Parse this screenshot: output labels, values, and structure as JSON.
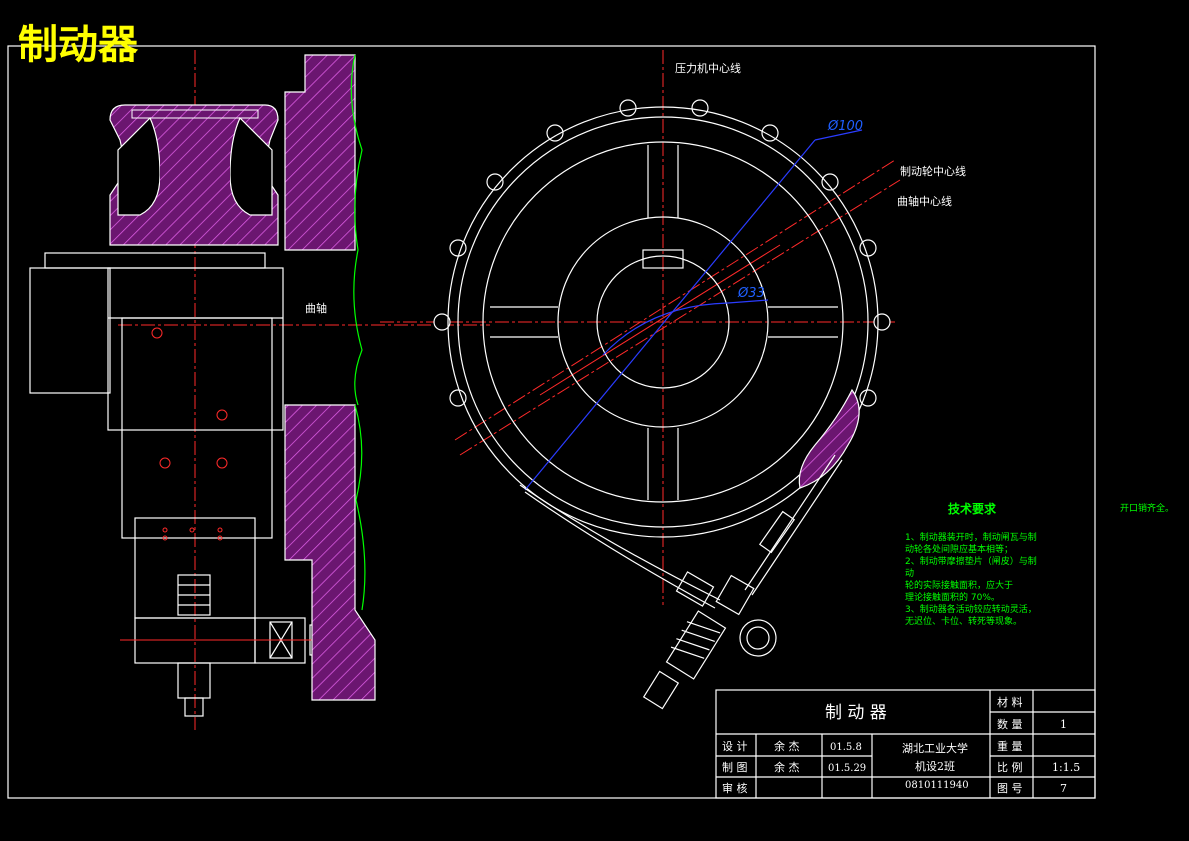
{
  "title": "制动器",
  "labels": {
    "pressure_centerline": "压力机中心线",
    "brake_wheel_centerline": "制动轮中心线",
    "crankshaft_centerline": "曲轴中心线",
    "crankshaft": "曲轴",
    "dia_outer": "Ø100",
    "dia_inner": "Ø33",
    "open_note": "开口销齐全。"
  },
  "tech": {
    "heading": "技术要求",
    "lines": [
      "1、制动器装开时，制动闸瓦与制",
      "   动轮各处间隙应基本相等；",
      "2、制动带摩擦垫片（闸皮）与制",
      "动",
      "   轮的实际接触面积，应大于",
      "   理论接触面积的 70%。",
      "3、制动器各活动铰应转动灵活，",
      "   无迟位、卡位、转死等现象。"
    ]
  },
  "title_block": {
    "name": "制 动 器",
    "material_label": "材 料",
    "material_value": "",
    "qty_label": "数 量",
    "qty_value": "1",
    "weight_label": "重 量",
    "weight_value": "",
    "scale_label": "比 例",
    "scale_value": "1:1.5",
    "sheet_label": "图 号",
    "sheet_value": "7",
    "design_label": "设 计",
    "design_name": "余 杰",
    "design_date": "01.5.8",
    "draw_label": "制 图",
    "draw_name": "余 杰",
    "draw_date": "01.5.29",
    "check_label": "审 核",
    "school": "湖北工业大学",
    "class": "机设2班",
    "student_id": "0810111940"
  },
  "colors": {
    "background": "#000000",
    "outline": "#ffffff",
    "centerline": "#ff2a2a",
    "hatch": "#cc33cc",
    "text_green": "#00ff00",
    "dimension": "#2a3cff",
    "title": "#ffff00"
  }
}
